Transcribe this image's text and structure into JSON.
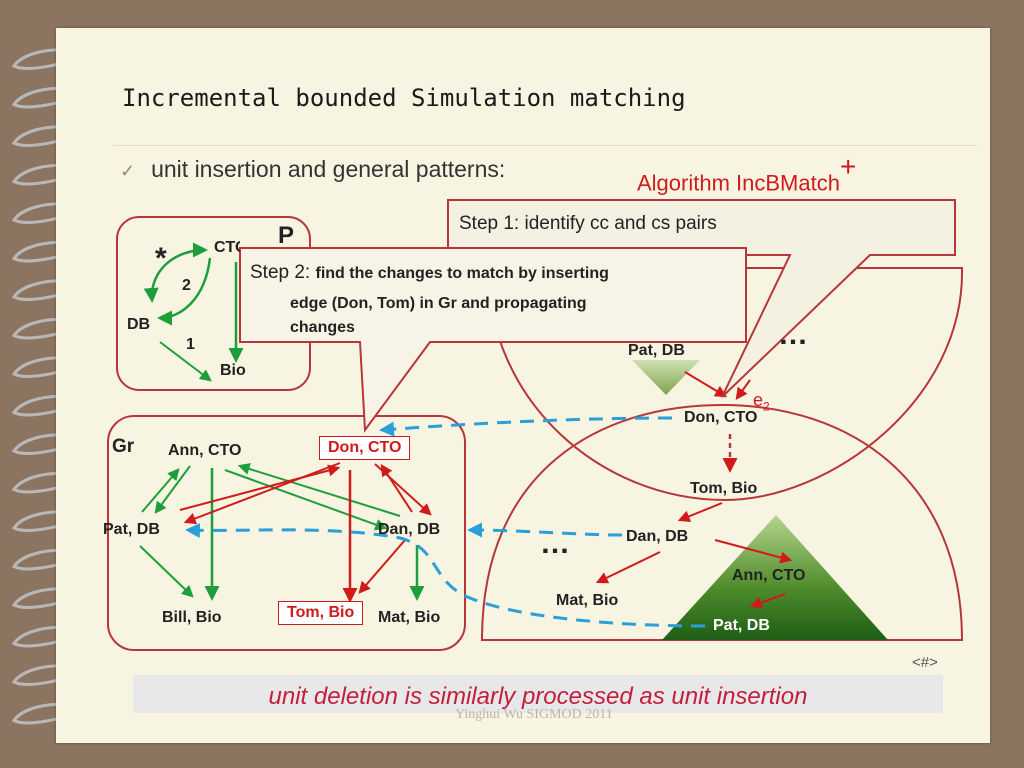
{
  "title": "Incremental bounded Simulation matching",
  "bullet": "unit insertion and general patterns:",
  "algorithm": {
    "name": "Algorithm IncBMatch",
    "sup": "+"
  },
  "step1": "Step 1: identify cc and cs pairs",
  "step2": {
    "prefix": "Step 2: ",
    "line1": "find the changes to match by inserting",
    "line2": "edge (Don, Tom) in Gr and propagating",
    "line3": "changes"
  },
  "pattern": {
    "label": "P",
    "star": "*",
    "nodes": {
      "cto": "CTO",
      "db": "DB",
      "bio": "Bio"
    },
    "edge_labels": {
      "e1": "2",
      "e2": "1"
    }
  },
  "gr": {
    "label": "Gr",
    "nodes": {
      "ann_cto": "Ann, CTO",
      "don_cto": "Don, CTO",
      "pat_db": "Pat, DB",
      "dan_db": "Dan, DB",
      "bill_bio": "Bill, Bio",
      "tom_bio": "Tom, Bio",
      "mat_bio": "Mat, Bio"
    }
  },
  "right": {
    "pat_db_top": "Pat, DB",
    "don_cto": "Don, CTO",
    "edge_label": "e",
    "edge_sub": "2",
    "tom_bio": "Tom, Bio",
    "dan_db": "Dan, DB",
    "ann_cto": "Ann, CTO",
    "mat_bio": "Mat, Bio",
    "pat_db_bottom": "Pat, DB",
    "ellipsis_top": "…",
    "ellipsis_mid": "…"
  },
  "footer": "unit deletion is similarly processed as unit insertion",
  "author": "Yinghui Wu SIGMOD 2011",
  "slide_number": "<#>",
  "colors": {
    "red": "#d11a1a",
    "green": "#1e9e3a",
    "blue": "#2a9fd8",
    "box": "#b8353a"
  }
}
